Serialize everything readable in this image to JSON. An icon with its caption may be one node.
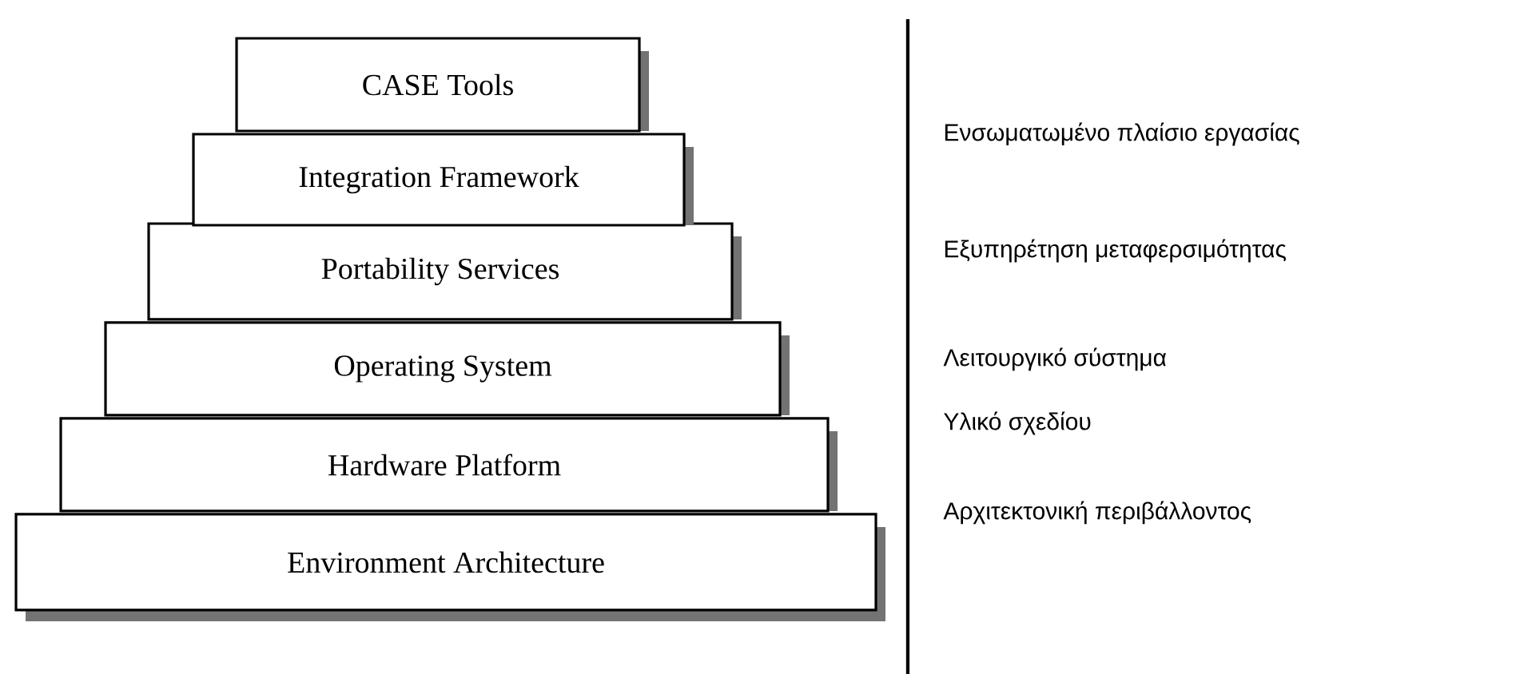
{
  "diagram": {
    "nodes": [
      {
        "text": [
          "CASE Tools"
        ]
      },
      {
        "text": [
          "Integration Framework"
        ]
      },
      {
        "text": [
          "Portability Services"
        ]
      },
      {
        "text": [
          "Operating System"
        ]
      },
      {
        "text": [
          "Hardware Platform"
        ]
      },
      {
        "text": [
          "Environment Architecture"
        ]
      }
    ],
    "labels": [
      "Ενσωματωμένο πλαίσιο εργασίας",
      "Εξυπηρέτηση μεταφερσιμότητας",
      "Λειτουργικό σύστημα",
      "Υλικό σχεδίου",
      "Αρχιτεκτονική περιβάλλοντος"
    ]
  }
}
